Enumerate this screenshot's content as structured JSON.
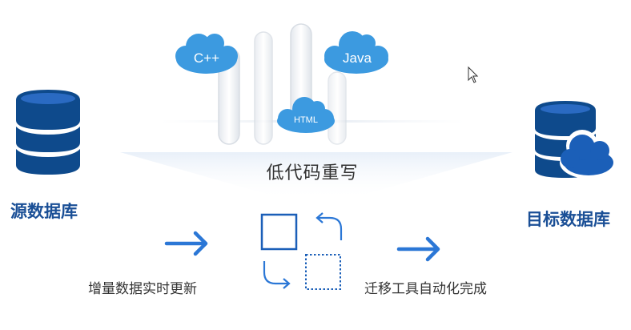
{
  "colors": {
    "brand_blue": "#1b5fb8",
    "dark_blue": "#0e4a8c",
    "cloud_blue": "#3c9ae0",
    "text_dark": "#333333"
  },
  "clouds": [
    {
      "label": "C++",
      "icon": "cloud-icon"
    },
    {
      "label": "Java",
      "icon": "cloud-icon"
    },
    {
      "label": "HTML",
      "icon": "cloud-icon"
    }
  ],
  "center": {
    "title": "低代码重写"
  },
  "source_db": {
    "label": "源数据库",
    "icon": "database-icon"
  },
  "target_db": {
    "label": "目标数据库",
    "icon": "cloud-database-icon"
  },
  "steps": {
    "incremental": "增量数据实时更新",
    "migration": "迁移工具自动化完成"
  }
}
